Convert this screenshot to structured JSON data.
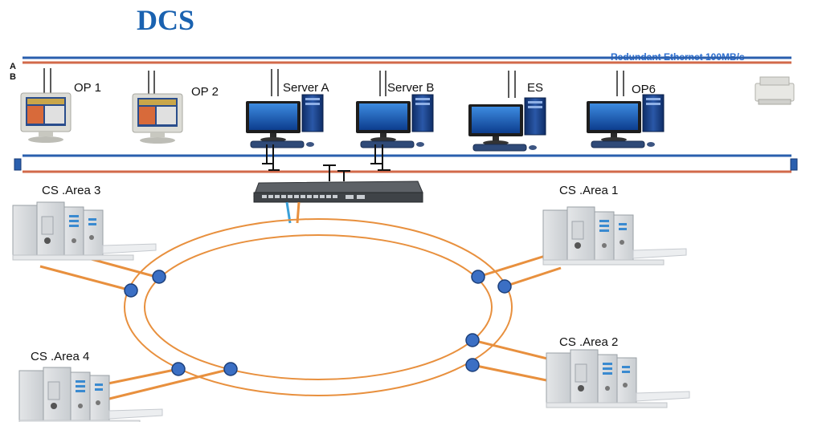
{
  "title": "DCS",
  "bus": {
    "label_a": "A",
    "label_b": "B",
    "network_label": "Redundant Ethernet 100MB/s",
    "color_a": "#2a5fae",
    "color_b": "#d2694a"
  },
  "stations": [
    {
      "name": "op1",
      "label": "OP 1",
      "kind": "crt-monitor"
    },
    {
      "name": "op2",
      "label": "OP 2",
      "kind": "crt-monitor"
    },
    {
      "name": "server-a",
      "label": "Server A",
      "kind": "desktop-pc"
    },
    {
      "name": "server-b",
      "label": "Server B",
      "kind": "desktop-pc"
    },
    {
      "name": "es",
      "label": "ES",
      "kind": "desktop-pc"
    },
    {
      "name": "op6",
      "label": "OP6",
      "kind": "desktop-pc"
    }
  ],
  "controllers": [
    {
      "name": "cs-area-1",
      "label": "CS .Area 1"
    },
    {
      "name": "cs-area-2",
      "label": "CS .Area 2"
    },
    {
      "name": "cs-area-3",
      "label": "CS .Area 3"
    },
    {
      "name": "cs-area-4",
      "label": "CS .Area 4"
    }
  ],
  "ring": {
    "color": "#e8903e",
    "node_color": "#3b6fc4"
  },
  "icons": [
    "printer-icon",
    "network-switch-icon",
    "bus-terminator-icon"
  ]
}
